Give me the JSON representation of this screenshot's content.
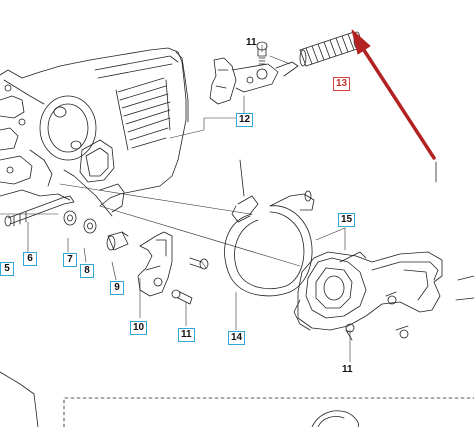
{
  "diagram": {
    "callouts": {
      "c11_top": "11",
      "c12": "12",
      "c13": "13",
      "c15": "15",
      "c5": "5",
      "c6": "6",
      "c7": "7",
      "c8": "8",
      "c9": "9",
      "c10": "10",
      "c11_mid": "11",
      "c14": "14",
      "c11_bottom": "11"
    },
    "colors": {
      "line": "#222222",
      "callout_border": "#30a7d8",
      "highlight_border": "#d4453d",
      "arrow": "#b32222"
    }
  }
}
